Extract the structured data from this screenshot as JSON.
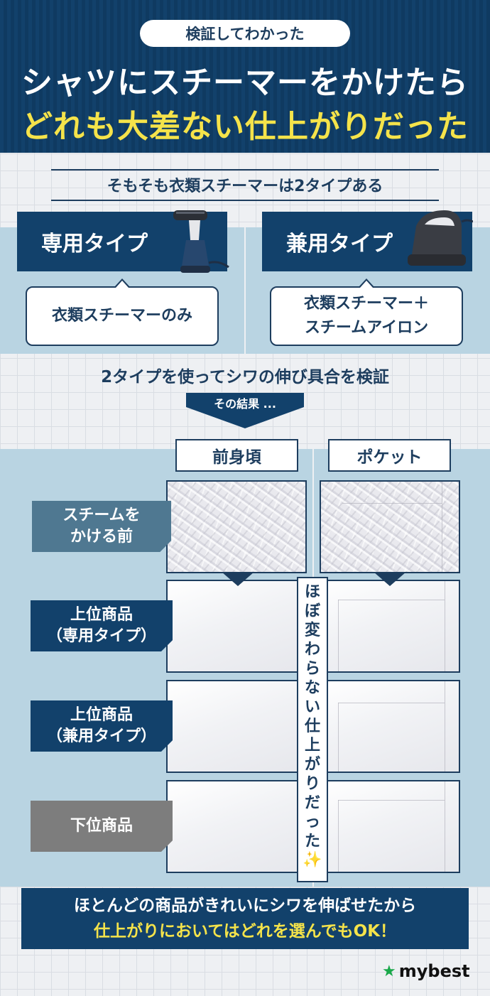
{
  "header": {
    "pill": "検証してわかった",
    "title_line1": "シャツにスチーマーをかけたら",
    "title_line2": "どれも大差ない仕上がりだった"
  },
  "section1": {
    "title": "そもそも衣類スチーマーは2タイプある",
    "types": [
      {
        "label": "専用タイプ",
        "desc_lines": [
          "衣類スチーマーのみ"
        ],
        "product_icon": "handheld-steamer-icon"
      },
      {
        "label": "兼用タイプ",
        "desc_lines": [
          "衣類スチーマー＋",
          "スチームアイロン"
        ],
        "product_icon": "steam-iron-icon"
      }
    ]
  },
  "section2": {
    "title": "2タイプを使ってシワの伸び具合を検証",
    "result_label": "その結果 ...",
    "columns": [
      "前身頃",
      "ポケット"
    ],
    "rows": [
      {
        "lines": [
          "スチームを",
          "かける前"
        ]
      },
      {
        "lines": [
          "上位商品",
          "（専用タイプ）"
        ]
      },
      {
        "lines": [
          "上位商品",
          "（兼用タイプ）"
        ]
      },
      {
        "lines": [
          "下位商品"
        ]
      }
    ],
    "vertical_text": [
      "ほ",
      "ぼ",
      "変",
      "わ",
      "ら",
      "な",
      "い",
      "仕",
      "上",
      "が",
      "り",
      "だ",
      "っ",
      "た"
    ],
    "sparkle": "✨"
  },
  "conclusion": {
    "line1": "ほとんどの商品がきれいにシワを伸ばせたから",
    "line2": "仕上がりにおいてはどれを選んでもOK！"
  },
  "brand": {
    "star": "★",
    "name": "mybest"
  },
  "colors": {
    "navy": "#12416b",
    "yellow": "#f5e34a",
    "light_blue": "#b9d4e2",
    "before_label": "#4f7891",
    "low_label": "#7d7d7d",
    "brand_green": "#19a84a"
  }
}
